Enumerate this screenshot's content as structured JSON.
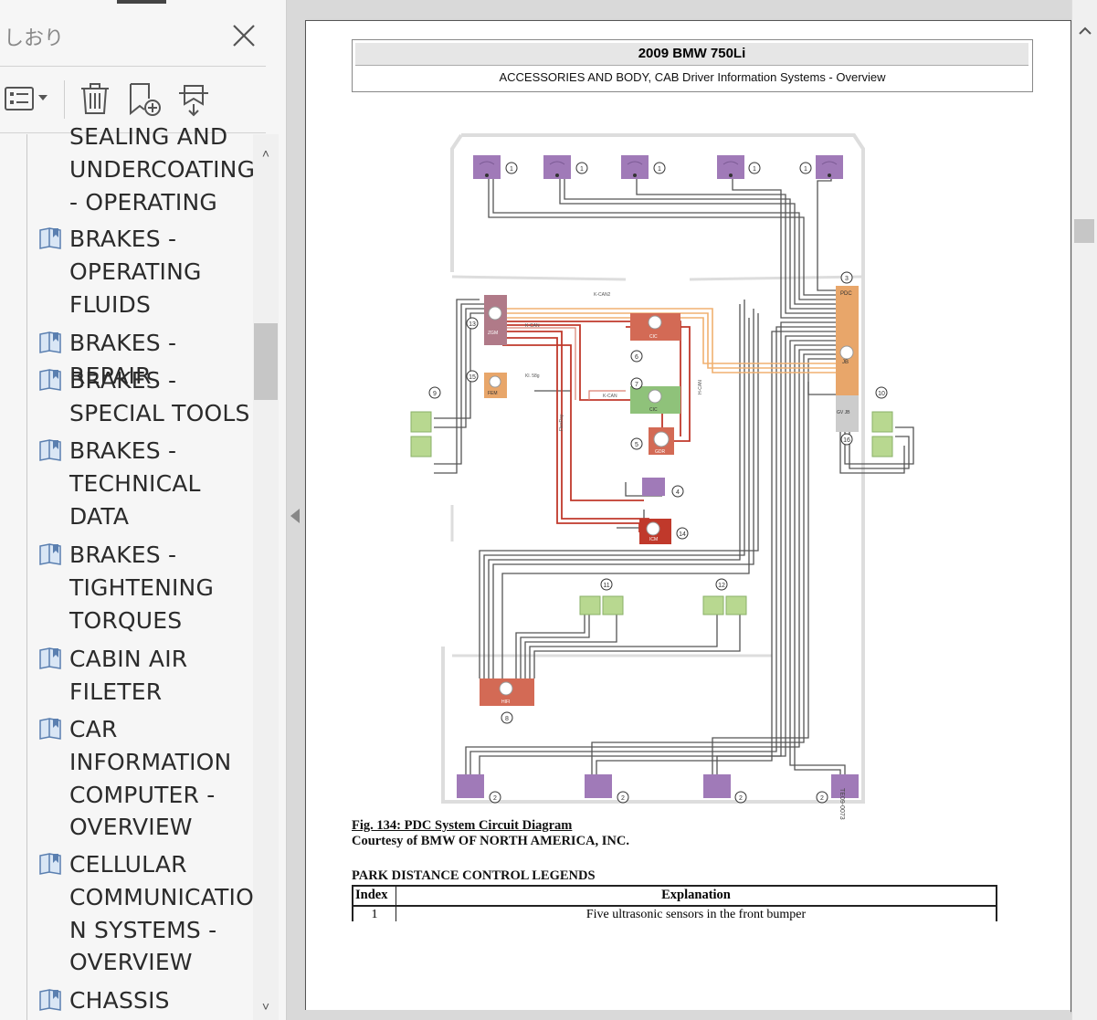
{
  "sidebar": {
    "title": "しおり",
    "close_icon": "close-icon",
    "toolbar": {
      "options_icon": "bookmark-options-icon",
      "delete_icon": "delete-bookmark-icon",
      "add_icon": "add-bookmark-icon",
      "search_icon": "find-current-bookmark-icon"
    },
    "bookmarks": [
      {
        "label": "SEALING AND\nUNDERCOATING\n- OPERATING"
      },
      {
        "label": "BRAKES -\nOPERATING\nFLUIDS"
      },
      {
        "label": "BRAKES - REPAIR"
      },
      {
        "label": "BRAKES -\nSPECIAL TOOLS"
      },
      {
        "label": "BRAKES -\nTECHNICAL\nDATA"
      },
      {
        "label": "BRAKES -\nTIGHTENING\nTORQUES"
      },
      {
        "label": "CABIN AIR\nFILETER"
      },
      {
        "label": "CAR\nINFORMATION\nCOMPUTER -\nOVERVIEW"
      },
      {
        "label": "CELLULAR\nCOMMUNICATIO\nN SYSTEMS -\nOVERVIEW"
      },
      {
        "label": "CHASSIS"
      }
    ],
    "scroll_up": "˄",
    "scroll_down": "˅"
  },
  "document": {
    "header": {
      "title": "2009 BMW 750Li",
      "subtitle": "ACCESSORIES AND BODY, CAB Driver Information Systems - Overview"
    },
    "diagram": {
      "module_labels": {
        "pdc": "PDC",
        "jb": "JB",
        "zgm": "ZGM",
        "fem": "FEM",
        "cic": "CIC",
        "cic2": "CIC",
        "gdr": "GDR",
        "icm": "ICM",
        "hifi": "HIFI",
        "gvjb": "GV JB"
      },
      "bus_labels": {
        "kcan2": "K-CAN2",
        "kcan": "K-CAN",
        "kcan_mid": "K-CAN",
        "kl58g": "Kl. 58g",
        "flexray": "FlexRay",
        "hcan": "H-CAN"
      },
      "callouts": [
        "1",
        "1",
        "1",
        "1",
        "1",
        "3",
        "13",
        "15",
        "6",
        "7",
        "5",
        "4",
        "14",
        "9",
        "10",
        "16",
        "11",
        "12",
        "8",
        "2",
        "2",
        "2",
        "2"
      ],
      "side_code": "TE09-0073"
    },
    "figure_caption": "Fig. 134: PDC System Circuit Diagram",
    "courtesy": "Courtesy of BMW OF NORTH AMERICA, INC.",
    "legend_title": "PARK DISTANCE CONTROL LEGENDS",
    "legend_table": {
      "headers": [
        "Index",
        "Explanation"
      ],
      "rows": [
        [
          "1",
          "Five ultrasonic sensors in the front bumper"
        ]
      ]
    }
  },
  "colors": {
    "sensor": "#a07ab8",
    "module_orange": "#e8a66a",
    "module_red": "#d36a55",
    "module_green": "#8fc27a",
    "speaker": "#b8d890",
    "wire_red": "#c0392b",
    "wire_orange": "#f0b070",
    "wire_dark": "#555555"
  }
}
